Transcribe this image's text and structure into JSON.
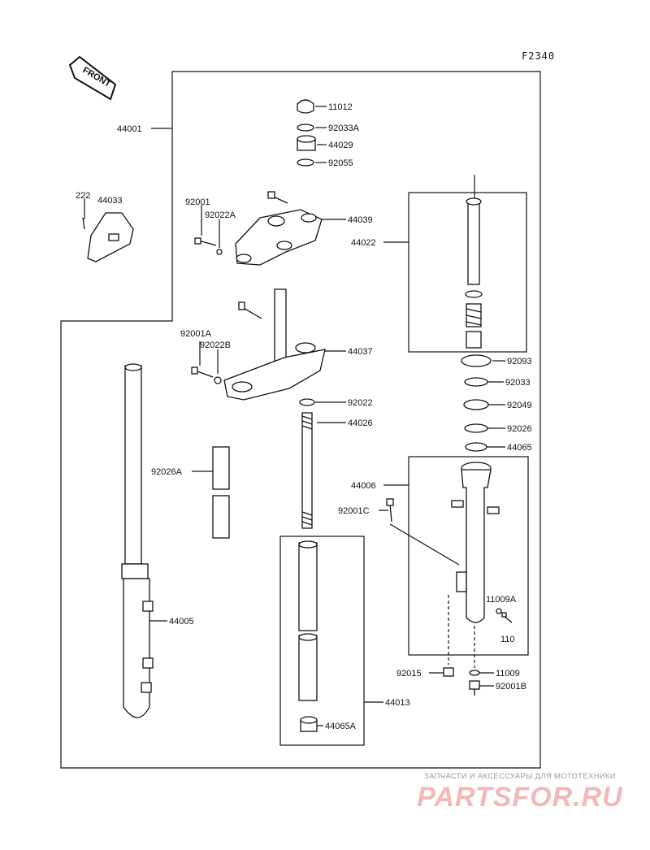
{
  "diagram_code": "F2340",
  "front_label": "FRONT",
  "labels": {
    "p44001": "44001",
    "p222": "222",
    "p44033": "44033",
    "p11012": "11012",
    "p92033A": "92033A",
    "p44029": "44029",
    "p92055": "92055",
    "p92001": "92001",
    "p92022A": "92022A",
    "p44039": "44039",
    "p44022": "44022",
    "p92001A": "92001A",
    "p92022B": "92022B",
    "p44037": "44037",
    "p92093": "92093",
    "p92033": "92033",
    "p92022": "92022",
    "p92049": "92049",
    "p44026": "44026",
    "p92026": "92026",
    "p44065": "44065",
    "p92026A": "92026A",
    "p44006": "44006",
    "p92001C": "92001C",
    "p11009A": "11009A",
    "p44005": "44005",
    "p110": "110",
    "p92015": "92015",
    "p11009": "11009",
    "p92001B": "92001B",
    "p44013": "44013",
    "p44065A": "44065A"
  },
  "watermark": {
    "tagline": "ЗАПЧАСТИ И АКСЕССУАРЫ ДЛЯ МОТОТЕХНИКИ",
    "logo": "PARTSFOR.RU"
  },
  "colors": {
    "ink": "#111111",
    "watermark_logo": "#f3b8b8",
    "watermark_text": "#9a9a9a"
  }
}
